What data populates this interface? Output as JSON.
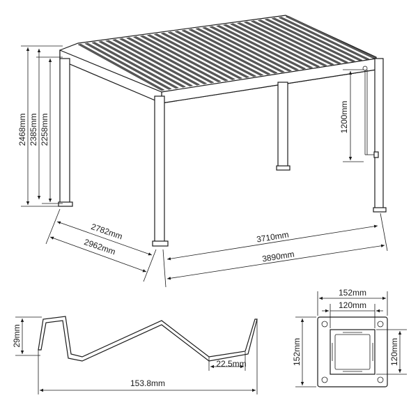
{
  "pergola": {
    "height_total": "2468mm",
    "height_mid": "2385mm",
    "height_inner": "2258mm",
    "motor_height": "1200mm",
    "depth_inner": "2782mm",
    "depth_outer": "2962mm",
    "width_inner": "3710mm",
    "width_outer": "3890mm"
  },
  "blade_profile": {
    "height": "29mm",
    "thickness": "22.5mm",
    "width": "153.8mm"
  },
  "base_plate": {
    "width_outer": "152mm",
    "width_inner": "120mm",
    "height_outer": "152mm",
    "height_inner": "120mm"
  }
}
